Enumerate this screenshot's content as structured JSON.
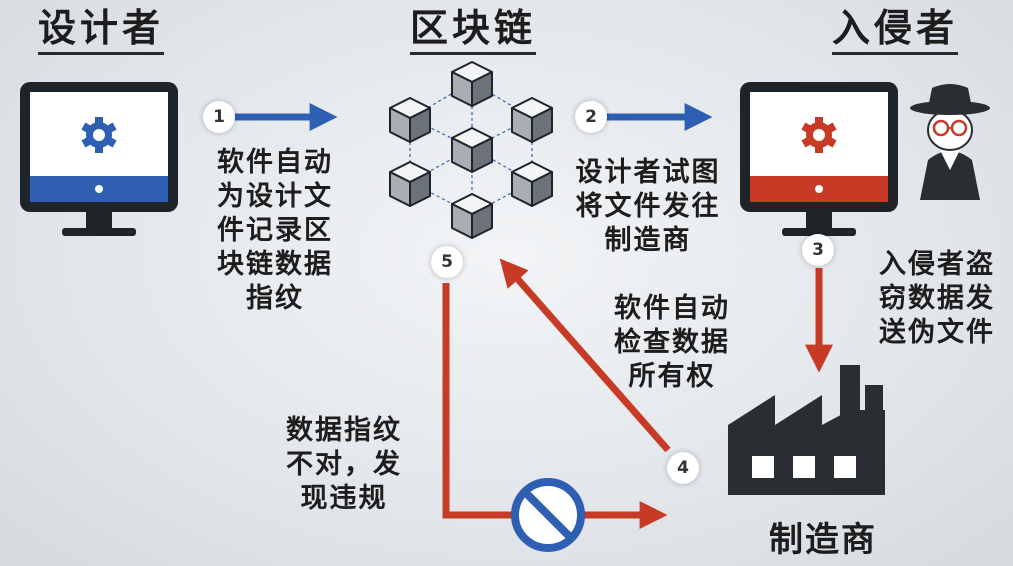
{
  "headings": {
    "designer": "设计者",
    "blockchain": "区块链",
    "intruder": "入侵者"
  },
  "factory_label": "制造商",
  "steps": [
    {
      "num": "1",
      "text": "软件自动\n为设计文\n件记录区\n块链数据\n指纹"
    },
    {
      "num": "2",
      "text": "设计者试图\n将文件发往\n制造商"
    },
    {
      "num": "3",
      "text": "入侵者盗\n窃数据发\n送伪文件"
    },
    {
      "num": "4",
      "text": "软件自动\n检查数据\n所有权"
    },
    {
      "num": "5",
      "text": "数据指纹\n不对，发\n现违规"
    }
  ],
  "colors": {
    "blue": "#2f5fb3",
    "red": "#c73a26",
    "monitor_frame": "#1f2428",
    "factory": "#2a2e33"
  }
}
